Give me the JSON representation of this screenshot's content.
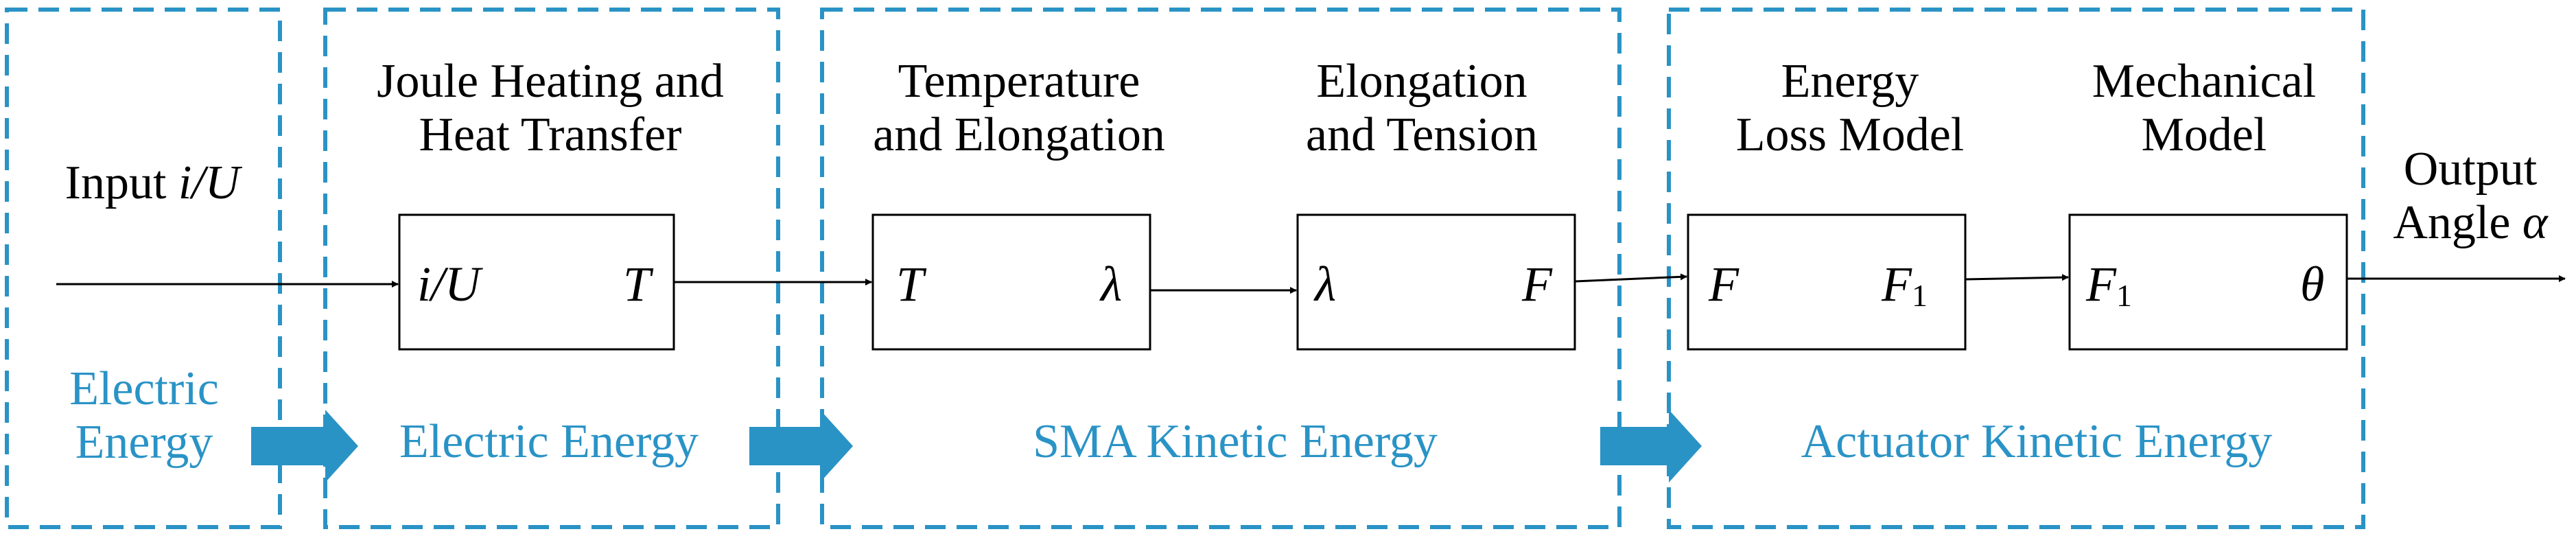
{
  "colors": {
    "accent": "#2a93c6",
    "line": "#000000",
    "background": "#ffffff"
  },
  "input": {
    "label": "Input",
    "var": "i/U"
  },
  "output": {
    "line1": "Output",
    "line2": "Angle",
    "var": "α"
  },
  "sections": [
    {
      "id": "electric-input",
      "energy": [
        "Electric",
        "Energy"
      ]
    },
    {
      "id": "joule-heating",
      "energy": [
        "Electric Energy"
      ]
    },
    {
      "id": "sma",
      "energy": [
        "SMA Kinetic Energy"
      ]
    },
    {
      "id": "actuator",
      "energy": [
        "Actuator Kinetic Energy"
      ]
    }
  ],
  "blocks": [
    {
      "id": "joule-heating",
      "title": [
        "Joule Heating and",
        "Heat Transfer"
      ],
      "in": "i/U",
      "out": "T",
      "out_sub": ""
    },
    {
      "id": "temperature-elongation",
      "title": [
        "Temperature",
        "and Elongation"
      ],
      "in": "T",
      "out": "λ",
      "out_sub": ""
    },
    {
      "id": "elongation-tension",
      "title": [
        "Elongation",
        "and Tension"
      ],
      "in": "λ",
      "out": "F",
      "out_sub": ""
    },
    {
      "id": "energy-loss",
      "title": [
        "Energy",
        "Loss Model"
      ],
      "in": "F",
      "out": "F",
      "out_sub": "1",
      "in_sub": ""
    },
    {
      "id": "mechanical",
      "title": [
        "Mechanical",
        "Model"
      ],
      "in": "F",
      "in_sub": "1",
      "out": "θ",
      "out_sub": ""
    }
  ]
}
